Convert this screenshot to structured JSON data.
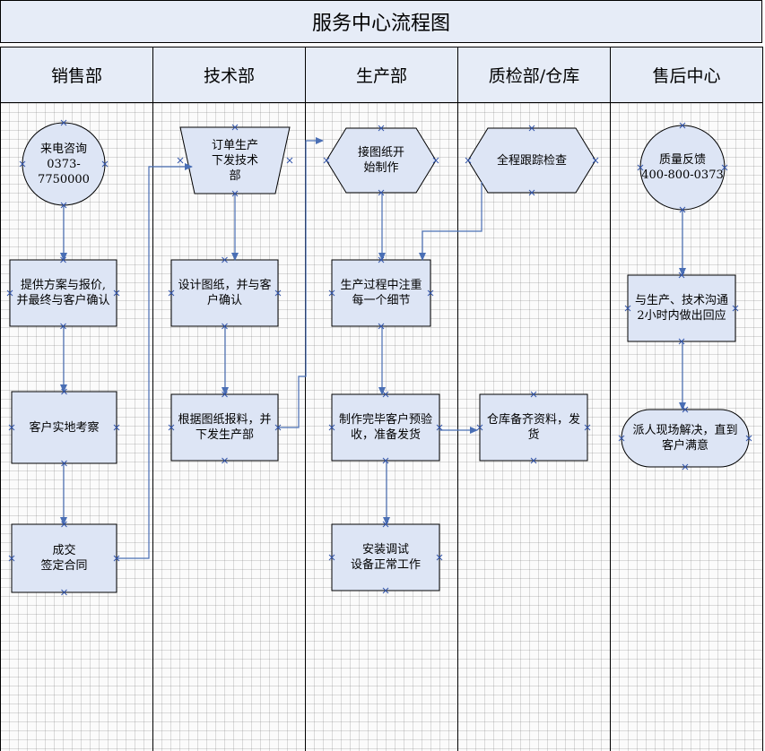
{
  "title": "服务中心流程图",
  "lanes": [
    "销售部",
    "技术部",
    "生产部",
    "质检部/仓库",
    "售后中心"
  ],
  "nodes": {
    "call": "来电咨询\n0373-7750000",
    "proposal": "提供方案与报价,\n并最终与客户确认",
    "inspect": "客户实地考察",
    "deal": "成交\n签定合同",
    "order": "订单生产\n下发技术\n部",
    "design": "设计图纸，并与客\n户确认",
    "material": "根据图纸报料，并\n下发生产部",
    "start": "接图纸开\n始制作",
    "detail": "生产过程中注重\n每一个细节",
    "accept": "制作完毕客户预验\n收，准备发货",
    "install": "安装调试\n设备正常工作",
    "track": "全程跟踪检查",
    "ship": "仓库备齐资料，发\n货",
    "feedback": "质量反馈\n400-800-0373",
    "comm": "与生产、技术沟通\n2小时内做出回应",
    "solve": "派人现场解决，直到\n客户满意"
  },
  "colors": {
    "header_fill": "#e6ecf7",
    "shape_fill": "#dde5f5",
    "connector": "#4a6fb5"
  }
}
